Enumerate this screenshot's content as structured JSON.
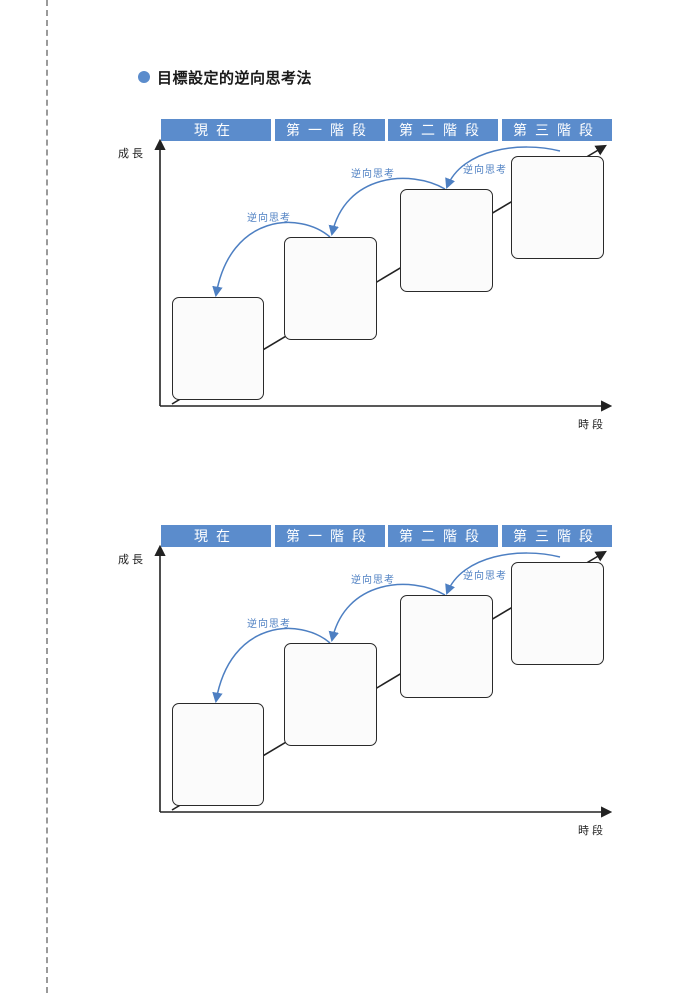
{
  "heading": {
    "title": "目標設定的逆向思考法",
    "dot_color": "#5b8ccc"
  },
  "stages": [
    "現在",
    "第一階段",
    "第二階段",
    "第三階段"
  ],
  "axes": {
    "y_label": "成長",
    "x_label": "時段"
  },
  "arrow_label": "逆向思考",
  "colors": {
    "band": "#5b8ccc",
    "arrow": "#4d7fc2",
    "box_border": "#2a2a2a"
  },
  "diagrams": [
    {
      "stages": [
        "現在",
        "第一階段",
        "第二階段",
        "第三階段"
      ],
      "y_label": "成長",
      "x_label": "時段",
      "arrow_labels": [
        "逆向思考",
        "逆向思考",
        "逆向思考"
      ]
    },
    {
      "stages": [
        "現在",
        "第一階段",
        "第二階段",
        "第三階段"
      ],
      "y_label": "成長",
      "x_label": "時段",
      "arrow_labels": [
        "逆向思考",
        "逆向思考",
        "逆向思考"
      ]
    }
  ]
}
